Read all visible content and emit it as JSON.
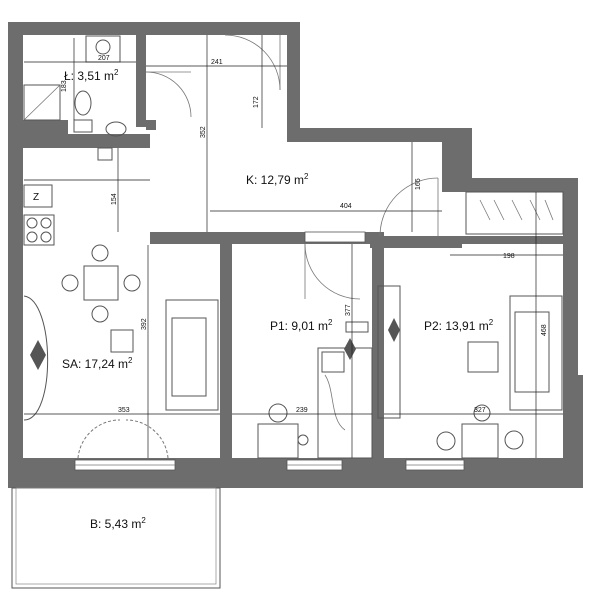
{
  "rooms": {
    "bathroom": {
      "label": "Ł: 3,51 m",
      "sup": "2"
    },
    "corridor": {
      "label": "K: 12,79 m",
      "sup": "2"
    },
    "living": {
      "label": "SA: 17,24 m",
      "sup": "2"
    },
    "room1": {
      "label": "P1: 9,01 m",
      "sup": "2"
    },
    "room2": {
      "label": "P2: 13,91 m",
      "sup": "2"
    },
    "balcony": {
      "label": "B: 5,43 m",
      "sup": "2"
    }
  },
  "dimensions": {
    "bath_width": "207",
    "bath_depth": "183",
    "hall_width": "241",
    "hall_depth": "172",
    "corridor_height": "352",
    "corridor_width": "404",
    "corridor_depth": "165",
    "living_depth_a": "154",
    "living_depth_b": "392",
    "living_width": "353",
    "room1_depth": "377",
    "room1_width": "239",
    "room2_top": "198",
    "room2_depth": "468",
    "room2_width": "327"
  },
  "symbols": {
    "stove_label": "Z"
  },
  "colors": {
    "wall": "#6d6d6d",
    "line": "#555555"
  }
}
